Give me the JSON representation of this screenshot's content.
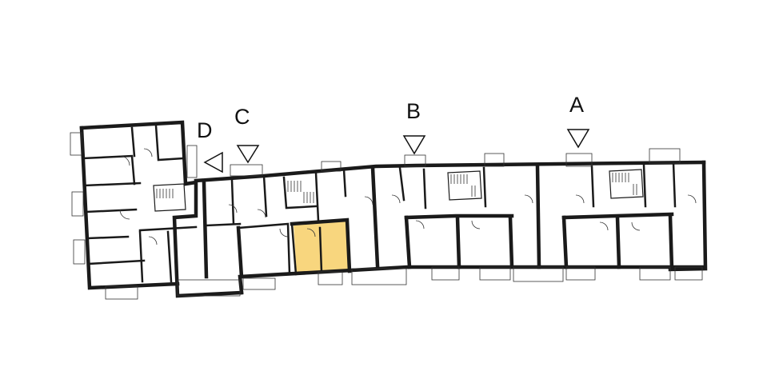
{
  "entrances": [
    {
      "id": "entrance-a",
      "label": "A"
    },
    {
      "id": "entrance-b",
      "label": "B"
    },
    {
      "id": "entrance-c",
      "label": "C"
    },
    {
      "id": "entrance-d",
      "label": "D"
    }
  ],
  "colors": {
    "highlight": "#f8d67e",
    "wall": "#1a1a1a",
    "background": "#ffffff"
  }
}
